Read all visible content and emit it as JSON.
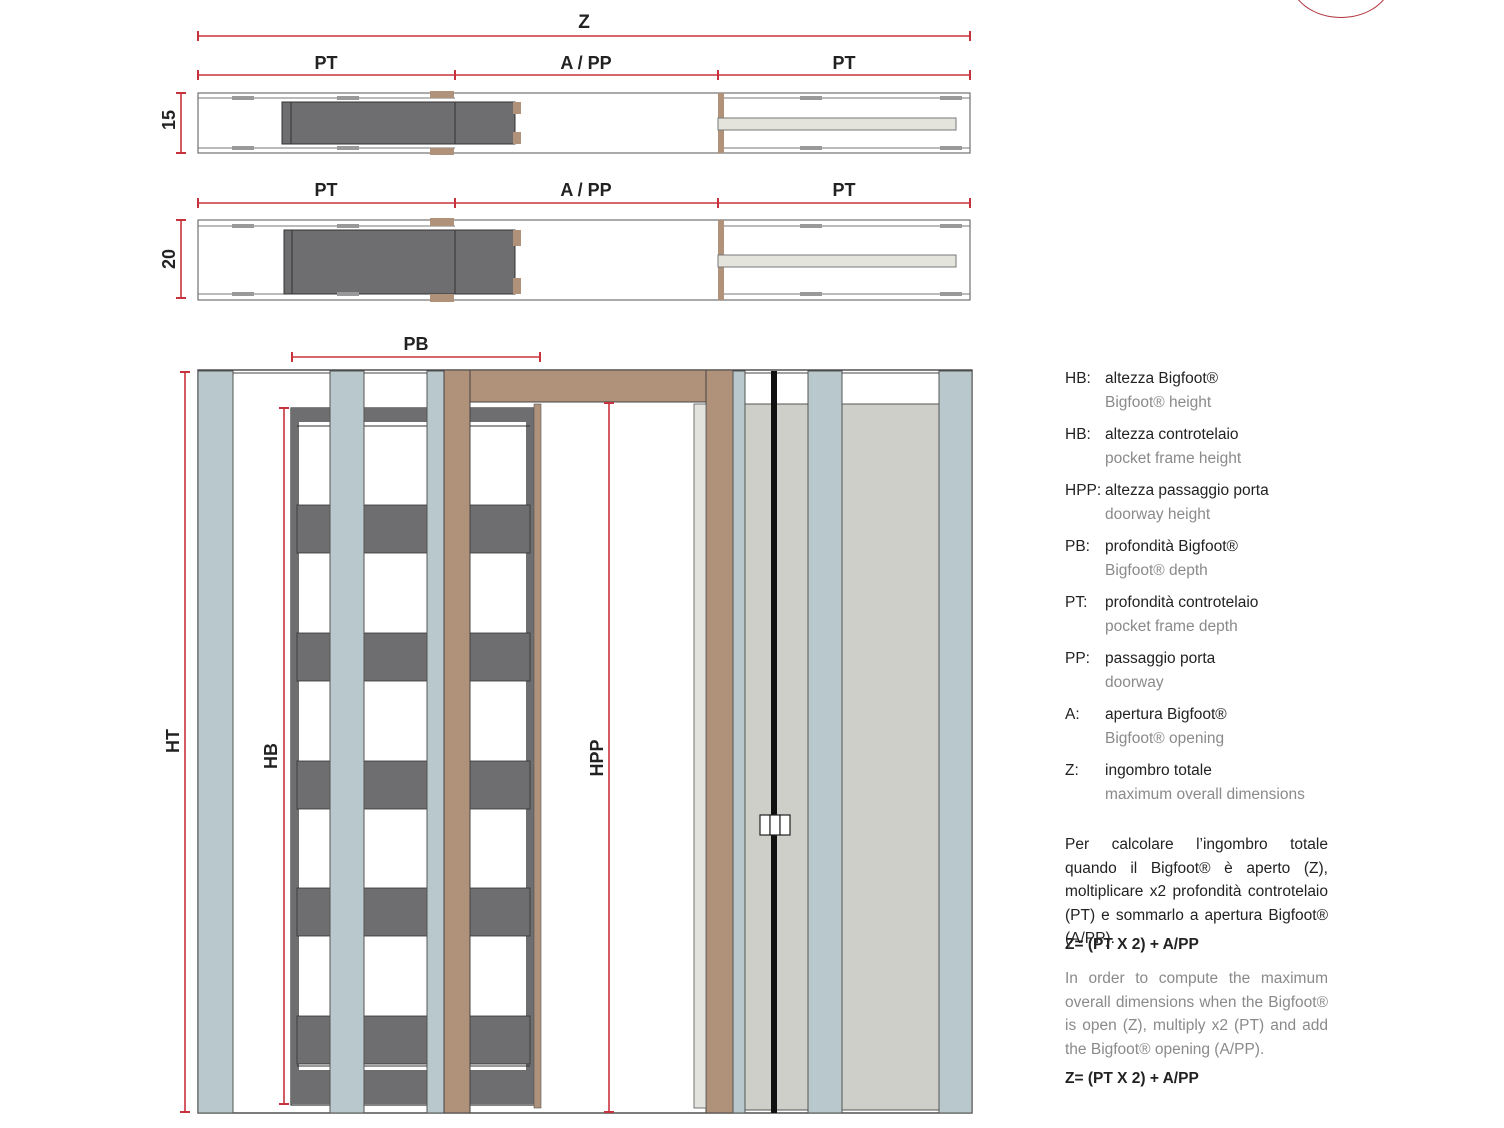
{
  "dimensions": {
    "z": "Z",
    "pt": "PT",
    "a_pp": "A / PP",
    "pb": "PB",
    "ht": "HT",
    "hb": "HB",
    "hpp": "HPP",
    "wall_15": "15",
    "wall_20": "20"
  },
  "legend": [
    {
      "key": "HB:",
      "it": "altezza Bigfoot®",
      "en": "Bigfoot® height"
    },
    {
      "key": "HB:",
      "it": "altezza controtelaio",
      "en": "pocket frame height"
    },
    {
      "key": "HPP:",
      "it": "altezza passaggio porta",
      "en": "doorway height"
    },
    {
      "key": "PB:",
      "it": "profondità Bigfoot®",
      "en": "Bigfoot® depth"
    },
    {
      "key": "PT:",
      "it": "profondità controtelaio",
      "en": "pocket frame depth"
    },
    {
      "key": "PP:",
      "it": "passaggio porta",
      "en": "doorway"
    },
    {
      "key": "A:",
      "it": "apertura Bigfoot®",
      "en": "Bigfoot® opening"
    },
    {
      "key": "Z:",
      "it": "ingombro totale",
      "en": "maximum overall dimensions"
    }
  ],
  "text_it": "Per calcolare l’ingombro totale quando il Bigfoot® è aperto (Z), moltiplicare x2 profondità controtelaio (PT) e sommarlo a apertura Bigfoot® (A/PP).",
  "formula_it": "Z= (PT X 2) + A/PP",
  "text_en": "In order to compute the maximum overall dimensions when the Bigfoot® is open (Z), multiply x2 (PT) and add the Bigfoot® opening (A/PP).",
  "formula_en": "Z= (PT X 2) + A/PP",
  "colors": {
    "dimension_line": "#c8323c",
    "wood": "#b0917a",
    "stud": "#b8c8cc",
    "panel_dark": "#6e6e70",
    "door_panel": "#cfcfc9"
  }
}
